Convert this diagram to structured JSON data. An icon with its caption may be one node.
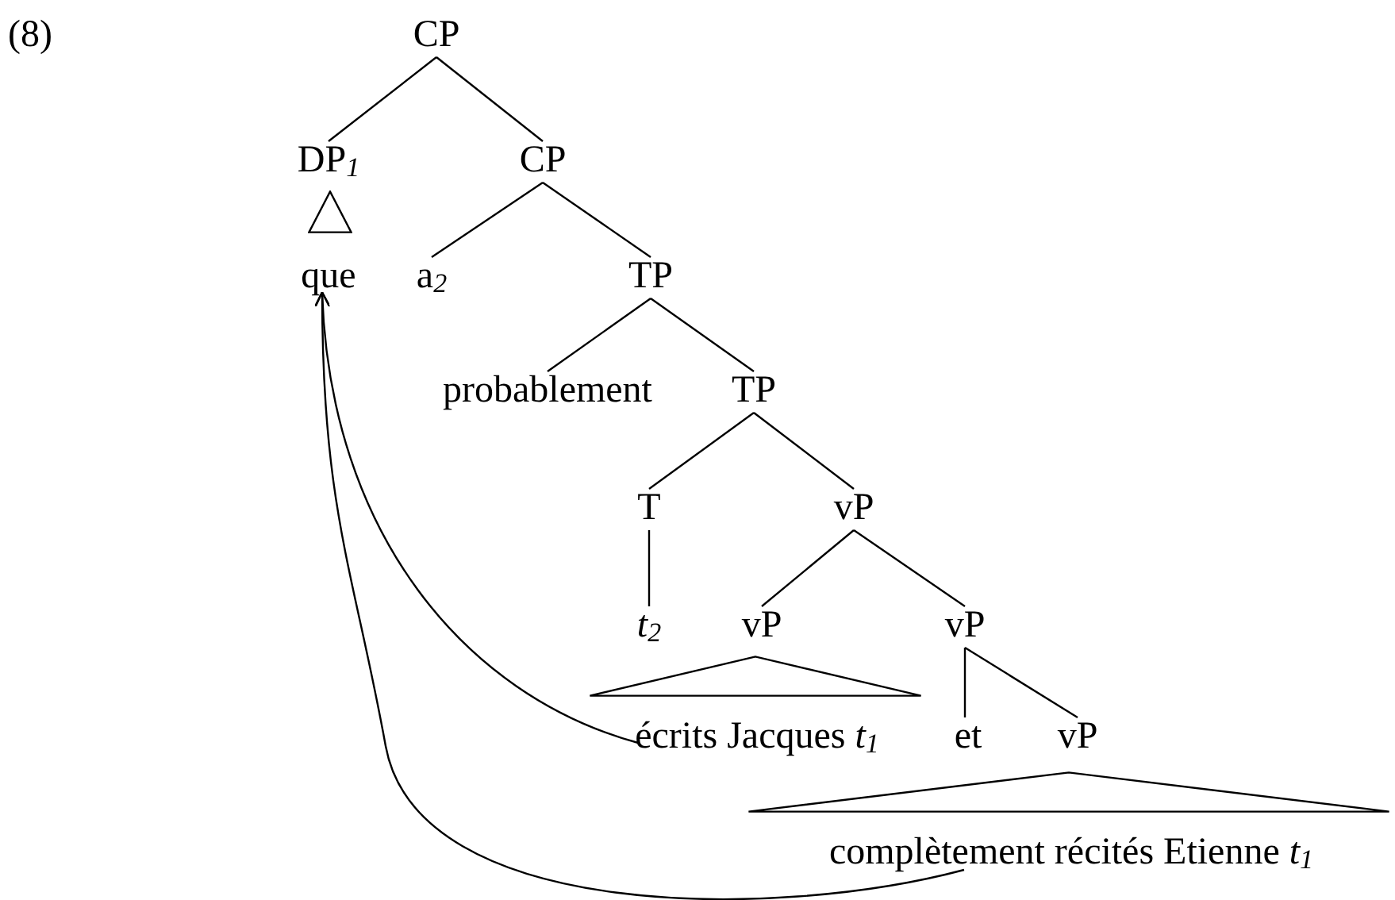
{
  "diagram": {
    "nodes": [
      {
        "text": [
          "CP"
        ]
      },
      {
        "text": [
          "DP$_{1}$"
        ]
      },
      {
        "text": [
          "CP"
        ]
      },
      {
        "text": [],
        "shape": "triangle"
      },
      {
        "text": [
          "que"
        ]
      },
      {
        "text": [
          "a$_{2}$"
        ]
      },
      {
        "text": [
          "TP"
        ]
      },
      {
        "text": [
          "probablement"
        ]
      },
      {
        "text": [
          "TP"
        ]
      },
      {
        "text": [
          "T"
        ]
      },
      {
        "text": [
          "vP"
        ]
      },
      {
        "text": [
          "*t*$_{2}$"
        ]
      },
      {
        "text": [
          "vP"
        ]
      },
      {
        "text": [
          "vP"
        ]
      },
      {
        "text": [],
        "shape": "triangle"
      },
      {
        "text": [
          "écrits Jacques *t*$_{1}$"
        ]
      },
      {
        "text": [
          "et"
        ]
      },
      {
        "text": [
          "vP"
        ]
      },
      {
        "text": [],
        "shape": "triangle"
      },
      {
        "text": [
          "complètement récités Etienne *t*$_{1}$"
        ]
      }
    ],
    "edges": [
      {
        "from": 0,
        "to": 1,
        "arrow": "none"
      },
      {
        "from": 0,
        "to": 2,
        "arrow": "none"
      },
      {
        "from": 2,
        "to": 5,
        "arrow": "none"
      },
      {
        "from": 2,
        "to": 6,
        "arrow": "none"
      },
      {
        "from": 6,
        "to": 7,
        "arrow": "none"
      },
      {
        "from": 6,
        "to": 8,
        "arrow": "none"
      },
      {
        "from": 8,
        "to": 9,
        "arrow": "none"
      },
      {
        "from": 8,
        "to": 10,
        "arrow": "none"
      },
      {
        "from": 9,
        "to": 11,
        "arrow": "none"
      },
      {
        "from": 10,
        "to": 12,
        "arrow": "none"
      },
      {
        "from": 10,
        "to": 13,
        "arrow": "none"
      },
      {
        "from": 13,
        "to": 16,
        "arrow": "none"
      },
      {
        "from": 13,
        "to": 17,
        "arrow": "none"
      },
      {
        "from": 15,
        "to": 4,
        "arrow": "to"
      },
      {
        "from": 19,
        "to": 4,
        "arrow": "to"
      }
    ],
    "labels": [
      "(8)"
    ]
  }
}
